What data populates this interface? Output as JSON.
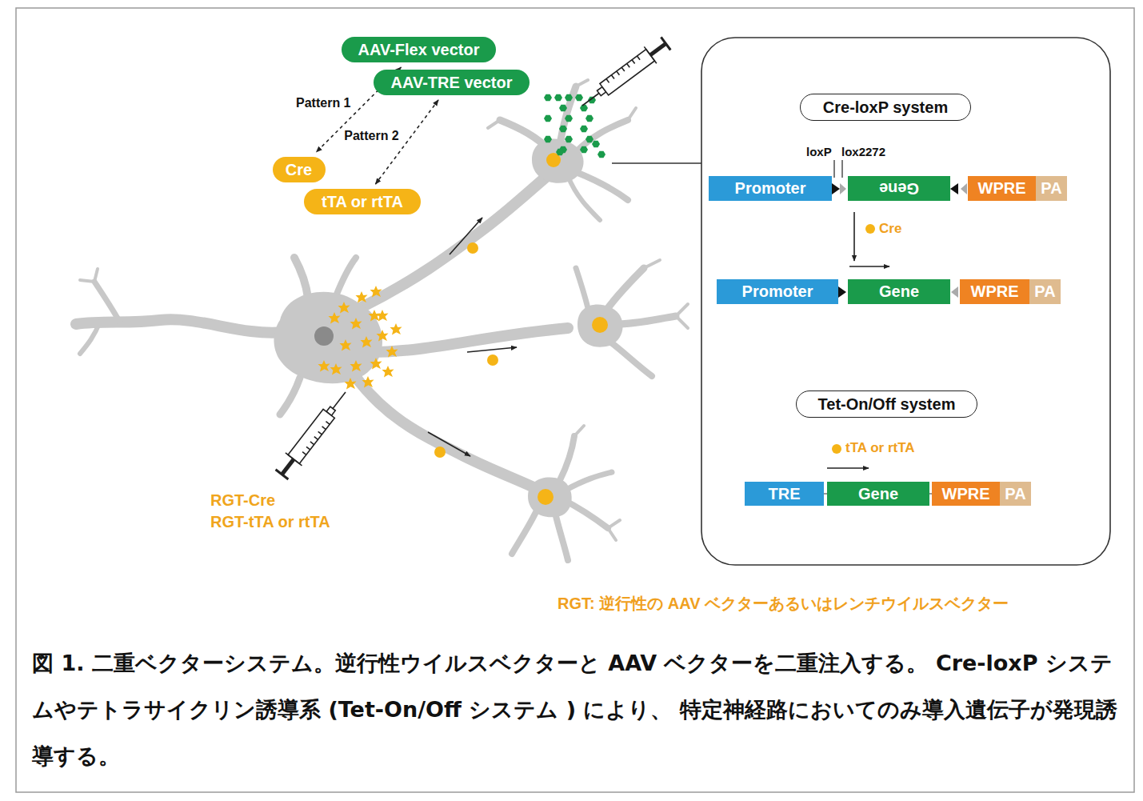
{
  "diagram": {
    "caption": "図 1. 二重ベクターシステム。逆行性ウイルスベクターと AAV ベクターを二重注入する。 Cre-loxP システムやテトラサイクリン誘導系 (Tet-On/Off システム ) により、 特定神経路においてのみ導入遺伝子が発現誘導する。",
    "nodes": [
      {
        "text": [
          "AAV-Flex vector"
        ]
      },
      {
        "text": [
          "AAV-TRE vector"
        ]
      },
      {
        "text": [
          "Cre"
        ]
      },
      {
        "text": [
          "tTA or rtTA"
        ]
      },
      {
        "text": [
          "Cre-loxP system"
        ]
      },
      {
        "text": [
          "Promoter"
        ]
      },
      {
        "text": [
          "Gene"
        ]
      },
      {
        "text": [
          "WPRE"
        ]
      },
      {
        "text": [
          "PA"
        ]
      },
      {
        "text": [
          "Promoter"
        ]
      },
      {
        "text": [
          "Gene"
        ]
      },
      {
        "text": [
          "WPRE"
        ]
      },
      {
        "text": [
          "PA"
        ]
      },
      {
        "text": [
          "Tet-On/Off system"
        ]
      },
      {
        "text": [
          "TRE"
        ]
      },
      {
        "text": [
          "Gene"
        ]
      },
      {
        "text": [
          "WPRE"
        ]
      },
      {
        "text": [
          "PA"
        ]
      }
    ],
    "edges": [
      {
        "from": 0,
        "to": 2,
        "arrow": "both",
        "label": "Pattern 1"
      },
      {
        "from": 1,
        "to": 3,
        "arrow": "both",
        "label": "Pattern 2"
      },
      {
        "from": 6,
        "to": 10,
        "arrow": "to",
        "label": "Cre"
      }
    ],
    "labels": [
      "loxP",
      "lox2272",
      "tTA or rtTA",
      "RGT-Cre",
      "RGT-tTA or rtTA",
      "RGT: 逆行性の AAV ベクターあるいはレンチウイルスベクター"
    ]
  }
}
